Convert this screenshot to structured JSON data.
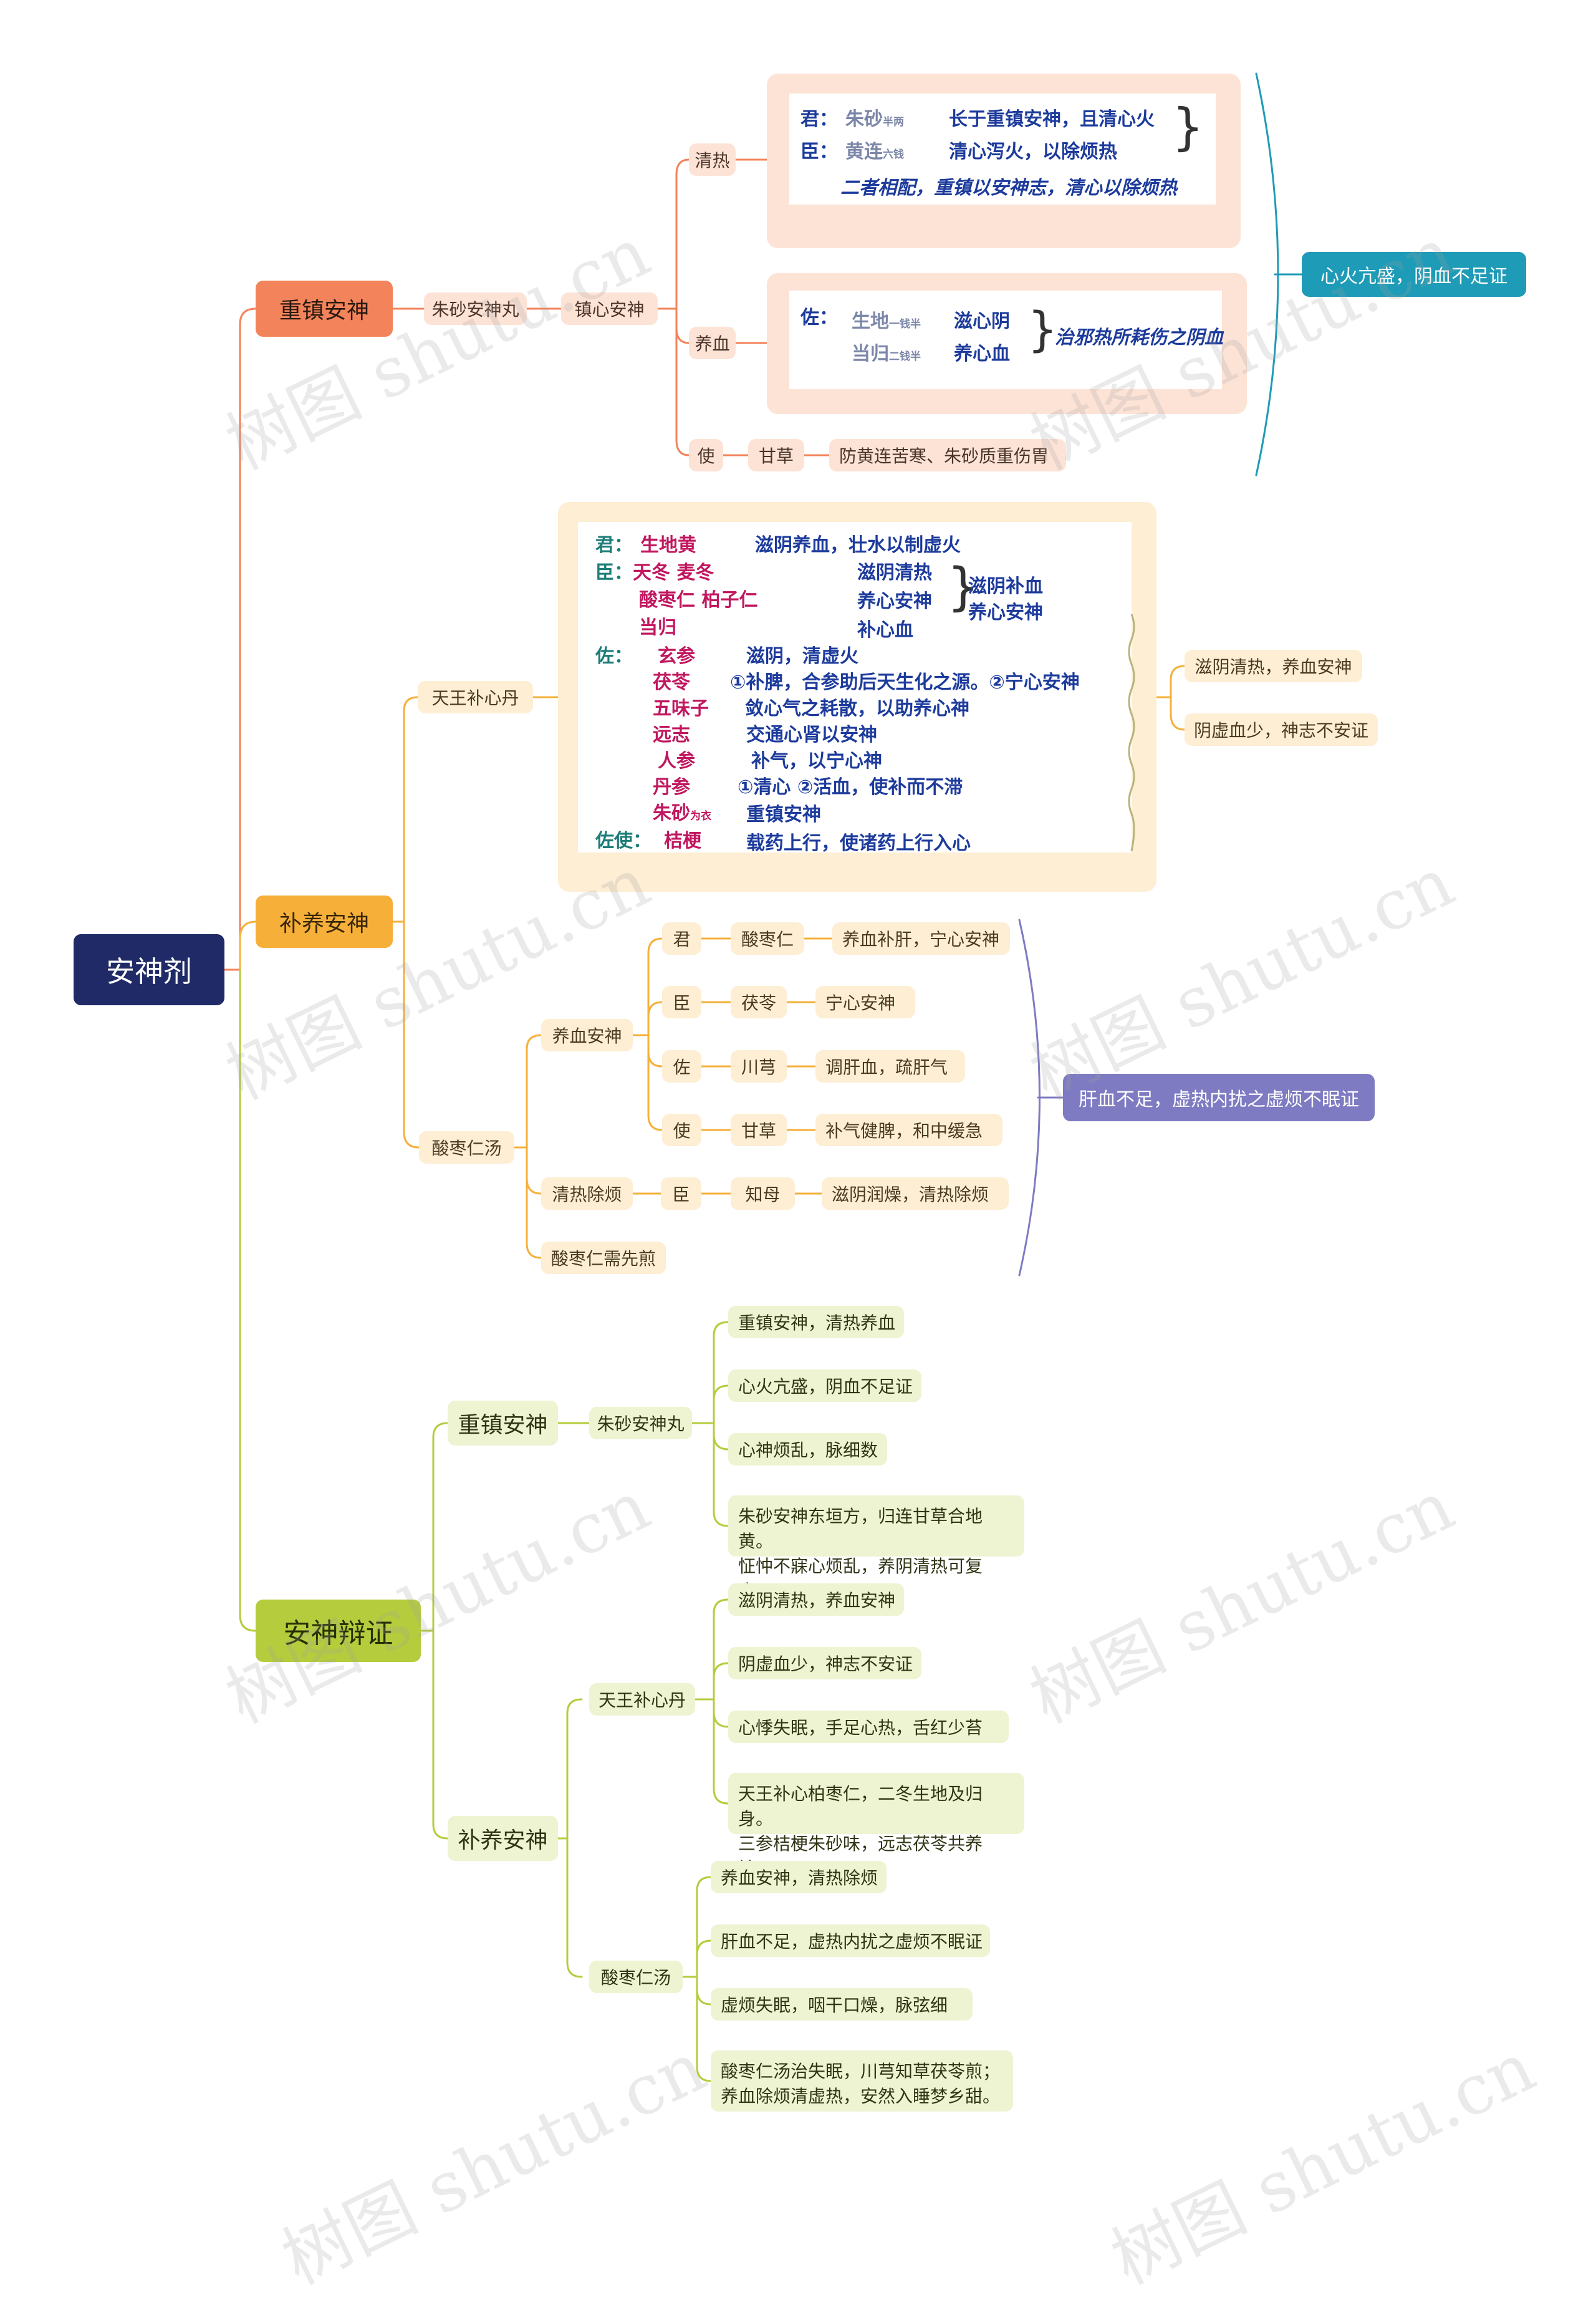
{
  "root": "安神剂",
  "section1": {
    "title": "重镇安神",
    "formula": "朱砂安神丸",
    "method": "镇心安神",
    "branches": {
      "qingre": "清热",
      "yangxue": "养血",
      "shi": "使"
    },
    "card1": {
      "jun_label": "君：",
      "jun_herb": "朱砂",
      "jun_dose": "半两",
      "jun_effect": "长于重镇安神，且清心火",
      "chen_label": "臣：",
      "chen_herb": "黄连",
      "chen_dose": "六钱",
      "chen_effect": "清心泻火，以除烦热",
      "summary": "二者相配，重镇以安神志，清心以除烦热"
    },
    "card2": {
      "zuo_label": "佐：",
      "herb1": "生地",
      "dose1": "一钱半",
      "effect1": "滋心阴",
      "herb2": "当归",
      "dose2": "二钱半",
      "effect2": "养心血",
      "summary": "治邪热所耗伤之阴血"
    },
    "shi_herb": "甘草",
    "shi_effect": "防黄连苦寒、朱砂质重伤胃",
    "indication": "心火亢盛，阴血不足证"
  },
  "section2": {
    "title": "补养安神",
    "tianwang": {
      "name": "天王补心丹",
      "jun_label": "君：",
      "jun_herb": "生地黄",
      "jun_effect": "滋阴养血，壮水以制虚火",
      "chen_label": "臣：",
      "chen_herbs1": "天冬  麦冬",
      "chen_herbs2": "酸枣仁  柏子仁",
      "chen_herbs3": "当归",
      "chen_eff1": "滋阴清热",
      "chen_eff2": "养心安神",
      "chen_eff3": "补心血",
      "chen_sum1": "滋阴补血",
      "chen_sum2": "养心安神",
      "zuo_label": "佐：",
      "zuo": [
        {
          "herb": "玄参",
          "effect": "滋阴，清虚火"
        },
        {
          "herb": "茯苓",
          "effect": "①补脾，合参助后天生化之源。②宁心安神"
        },
        {
          "herb": "五味子",
          "effect": "敛心气之耗散，以助养心神"
        },
        {
          "herb": "远志",
          "effect": "交通心肾以安神"
        },
        {
          "herb": "人参",
          "effect": "补气，以宁心神"
        },
        {
          "herb": "丹参",
          "effect": "①清心     ②活血，使补而不滞"
        },
        {
          "herb": "朱砂",
          "effect": "重镇安神"
        }
      ],
      "zhusha_sub": "为衣",
      "zuoshi_label": "佐使：",
      "zuoshi_herb": "桔梗",
      "zuoshi_effect": "载药上行，使诸药上行入心",
      "indications": [
        "滋阴清热，养血安神",
        "阴虚血少，神志不安证"
      ]
    },
    "suanzaoren": {
      "name": "酸枣仁汤",
      "yangxue": "养血安神",
      "roles": [
        {
          "role": "君",
          "herb": "酸枣仁",
          "effect": "养血补肝，宁心安神"
        },
        {
          "role": "臣",
          "herb": "茯苓",
          "effect": "宁心安神"
        },
        {
          "role": "佐",
          "herb": "川芎",
          "effect": "调肝血，疏肝气"
        },
        {
          "role": "使",
          "herb": "甘草",
          "effect": "补气健脾，和中缓急"
        }
      ],
      "qingre": "清热除烦",
      "qingre_role": "臣",
      "qingre_herb": "知母",
      "qingre_effect": "滋阴润燥，清热除烦",
      "note": "酸枣仁需先煎",
      "indication": "肝血不足，虚热内扰之虚烦不眠证"
    }
  },
  "section3": {
    "title": "安神辩证",
    "zhenzhen": {
      "title": "重镇安神",
      "formula": "朱砂安神丸",
      "items": [
        "重镇安神，清热养血",
        "心火亢盛，阴血不足证",
        "心神烦乱，脉细数"
      ],
      "verse": [
        "朱砂安神东垣方，归连甘草合地黄。",
        "怔忡不寐心烦乱，养阴清热可复康。"
      ]
    },
    "buyang": {
      "title": "补养安神",
      "tianwang": {
        "name": "天王补心丹",
        "items": [
          "滋阴清热，养血安神",
          "阴虚血少，神志不安证",
          "心悸失眠，手足心热，舌红少苔"
        ],
        "verse": [
          "天王补心柏枣仁，二冬生地及归身。",
          "三参桔梗朱砂味，远志茯苓共养神。"
        ]
      },
      "suanzao": {
        "name": "酸枣仁汤",
        "items": [
          "养血安神，清热除烦",
          "肝血不足，虚热内扰之虚烦不眠证",
          "虚烦失眠，咽干口燥，脉弦细"
        ],
        "verse": [
          "酸枣仁汤治失眠，川芎知草茯苓煎；",
          "养血除烦清虚热，安然入睡梦乡甜。"
        ]
      }
    }
  },
  "watermark": "树图 shutu.cn",
  "colors": {
    "root": "#1f2a66",
    "orange": "#f3835a",
    "yellow": "#f6b03a",
    "green": "#b5cc3d",
    "teal": "#1e9bb6",
    "purple": "#7e7bc2"
  }
}
